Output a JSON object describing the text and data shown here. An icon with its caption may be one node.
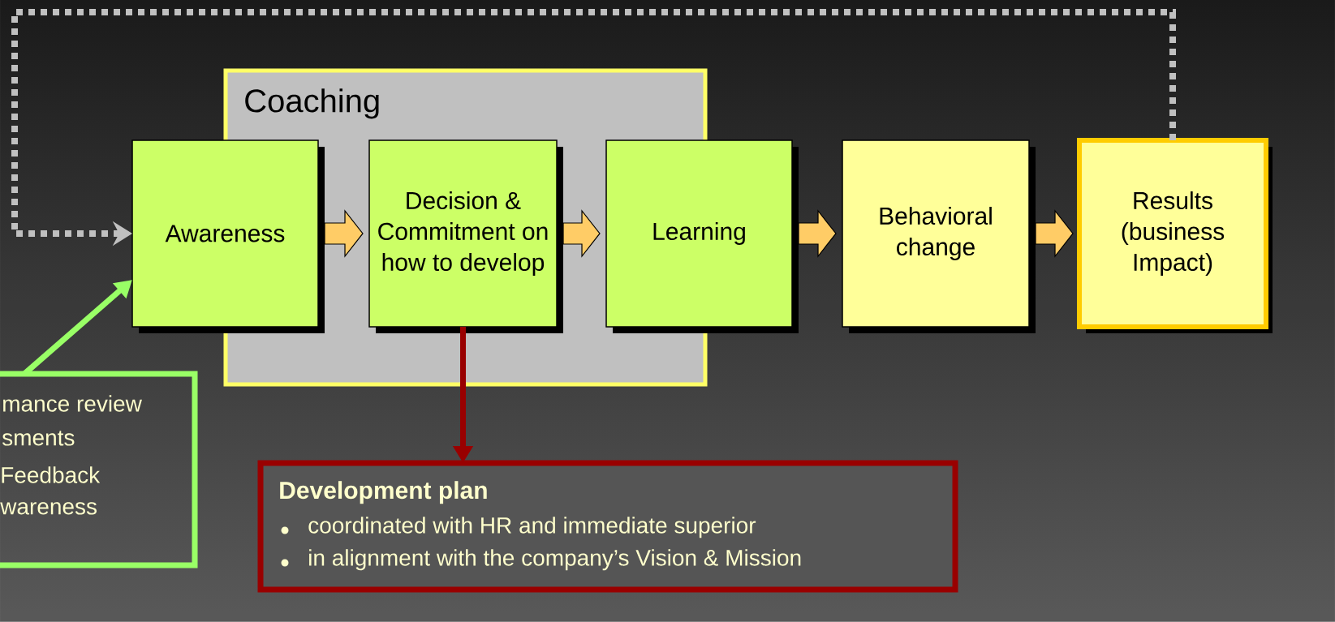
{
  "diagram": {
    "nodes": [
      {
        "text": [
          "Coaching"
        ]
      },
      {
        "text": [
          "Awareness"
        ]
      },
      {
        "text": [
          "Decision & Commitment on how to develop"
        ],
        "in": 0
      },
      {
        "text": [
          "Learning"
        ]
      },
      {
        "text": [
          "Behavioral change"
        ]
      },
      {
        "text": [
          "Results (business Impact)"
        ]
      },
      {
        "text": [
          "Development plan",
          "coordinated with HR and immediate superior",
          "in alignment with the company’s Vision & Mission"
        ]
      },
      {
        "text": [
          "mance review",
          "sments",
          "Feedback",
          "wareness"
        ]
      }
    ],
    "edges": [
      {
        "from": 1,
        "to": 2,
        "arrow": "to"
      },
      {
        "from": 2,
        "to": 3,
        "arrow": "to"
      },
      {
        "from": 3,
        "to": 4,
        "arrow": "to"
      },
      {
        "from": 4,
        "to": 5,
        "arrow": "to"
      },
      {
        "from": 5,
        "to": 1,
        "arrow": "to",
        "style": "dashed",
        "color": "#c0c0c0"
      },
      {
        "from": 2,
        "to": 6,
        "arrow": "to",
        "color": "#990000"
      },
      {
        "from": 7,
        "to": 1,
        "arrow": "to",
        "color": "#99ff66"
      }
    ]
  }
}
